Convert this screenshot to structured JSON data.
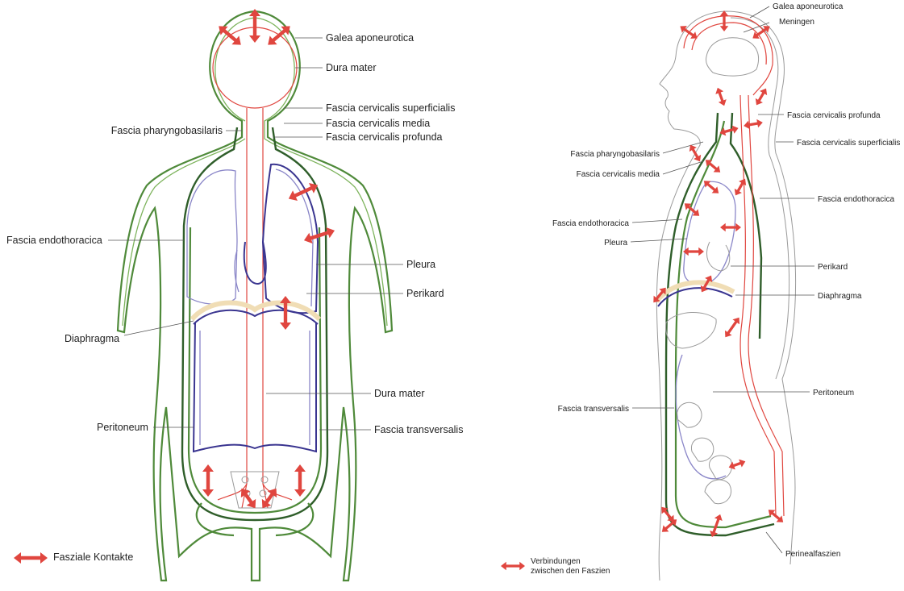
{
  "left_labels": {
    "galea": "Galea aponeurotica",
    "dura1": "Dura mater",
    "cerv_sup": "Fascia cervicalis superficialis",
    "pharyngo": "Fascia pharyngobasilaris",
    "cerv_media": "Fascia cervicalis media",
    "cerv_prof": "Fascia cervicalis profunda",
    "endo": "Fascia endothoracica",
    "pleura": "Pleura",
    "perikard": "Perikard",
    "diaphragma": "Diaphragma",
    "dura2": "Dura mater",
    "peritoneum": "Peritoneum",
    "transversalis": "Fascia transversalis",
    "legend": "Fasziale Kontakte"
  },
  "right_labels": {
    "galea": "Galea aponeurotica",
    "meningen": "Meningen",
    "cerv_prof": "Fascia cervicalis profunda",
    "cerv_sup": "Fascia cervicalis superficialis",
    "pharyngo": "Fascia pharyngobasilaris",
    "cerv_media": "Fascia cervicalis media",
    "endo_r": "Fascia endothoracica",
    "endo_l": "Fascia endothoracica",
    "pleura": "Pleura",
    "perikard": "Perikard",
    "diaphragma": "Diaphragma",
    "peritoneum": "Peritoneum",
    "transversalis": "Fascia transversalis",
    "perineal": "Perinealfaszien",
    "legend_line1": "Verbindungen",
    "legend_line2": "zwischen den Faszien"
  },
  "colors": {
    "arrow": "#e0463f",
    "fascia_outer": "#4f8a3a",
    "fascia_light": "#7db35c",
    "fascia_dark": "#2f5e2a",
    "dura": "#e0463f",
    "serosa": "#3a3590",
    "serosa_light": "#8a86c8",
    "diaphragm": "#f0ddb5"
  },
  "icons": {
    "contact_arrow": "double-arrow-icon"
  }
}
